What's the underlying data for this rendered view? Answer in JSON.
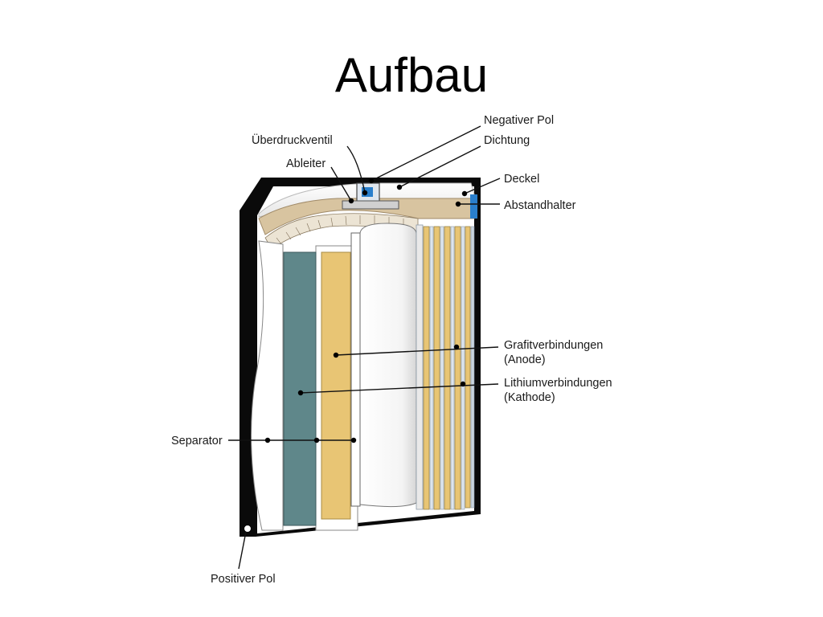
{
  "slide": {
    "title": "Aufbau"
  },
  "labels": {
    "negativer_pol": "Negativer Pol",
    "dichtung": "Dichtung",
    "ueberdruckventil": "Überdruckventil",
    "ableiter": "Ableiter",
    "deckel": "Deckel",
    "abstandhalter": "Abstandhalter",
    "grafit_line1": "Grafitverbindungen",
    "grafit_line2": "(Anode)",
    "lithium_line1": "Lithiumverbindungen",
    "lithium_line2": "(Kathode)",
    "separator": "Separator",
    "positiver_pol": "Positiver Pol"
  },
  "colors": {
    "casing": "#0a0a0a",
    "cathode": "#5f878a",
    "anode": "#e8c574",
    "spacer": "#d8c4a0",
    "seal_blue": "#2a7fcc",
    "separator": "#ffffff"
  }
}
